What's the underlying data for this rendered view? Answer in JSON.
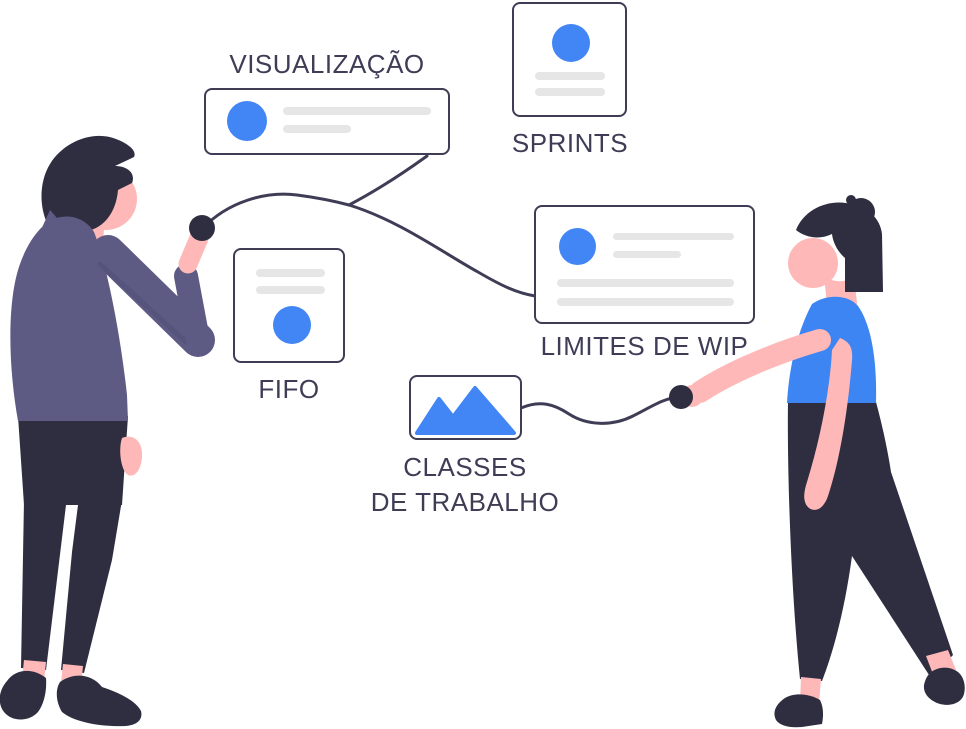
{
  "illustration_title": "kanban concepts illustration",
  "cards": {
    "visualizacao": {
      "label": "VISUALIZAÇÃO"
    },
    "sprints": {
      "label": "SPRINTS"
    },
    "limites": {
      "label": "LIMITES DE WIP"
    },
    "fifo": {
      "label": "FIFO"
    },
    "classes": {
      "label_line1": "CLASSES",
      "label_line2": "DE TRABALHO"
    }
  },
  "icons": {
    "card_placeholder": "avatar-circle-icon",
    "classes_card": "image-mountains-icon",
    "connector_end": "connector-node-icon"
  },
  "colors": {
    "accent_blue": "#4285f4",
    "shirt_blue": "#3d85f2",
    "outline_dark": "#3f3d56",
    "placeholder_gray": "#e6e6e6",
    "skin_pink": "#ffb8b8",
    "hair_pants_dark": "#2f2e41",
    "sweater_purple": "#5d5b84",
    "background": "#ffffff"
  }
}
